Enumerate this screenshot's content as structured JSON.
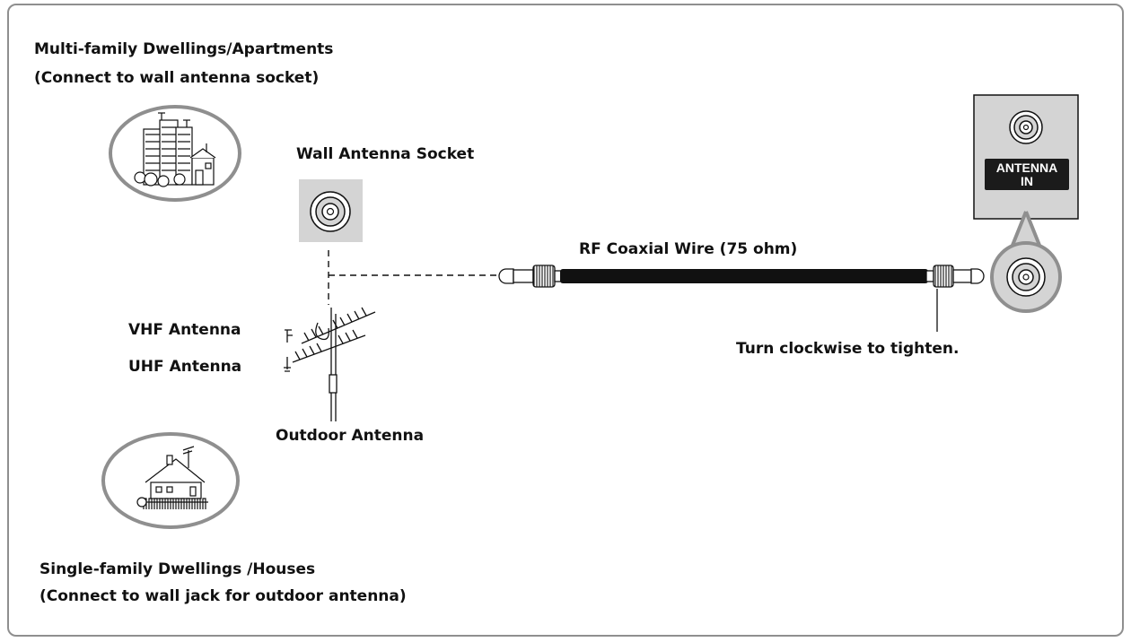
{
  "labels": {
    "apartments_title": "Multi-family Dwellings/Apartments",
    "apartments_note": "(Connect to wall antenna socket)",
    "houses_title": "Single-family Dwellings /Houses",
    "houses_note": "(Connect to wall jack for outdoor antenna)",
    "wall_socket": "Wall Antenna Socket",
    "rf_wire": "RF Coaxial Wire (75 ohm)",
    "vhf": "VHF Antenna",
    "uhf": "UHF Antenna",
    "outdoor": "Outdoor Antenna",
    "turn": "Turn clockwise to tighten."
  },
  "tv_panel": {
    "line1": "ANTENNA",
    "line2": "IN"
  },
  "icons": [
    "apartment-building-icon",
    "house-icon",
    "wall-socket-icon",
    "coax-connector-icon",
    "outdoor-antenna-icon"
  ],
  "colors": {
    "border": "#8f8f8f",
    "panel": "#d4d4d4",
    "cable": "#111111"
  }
}
